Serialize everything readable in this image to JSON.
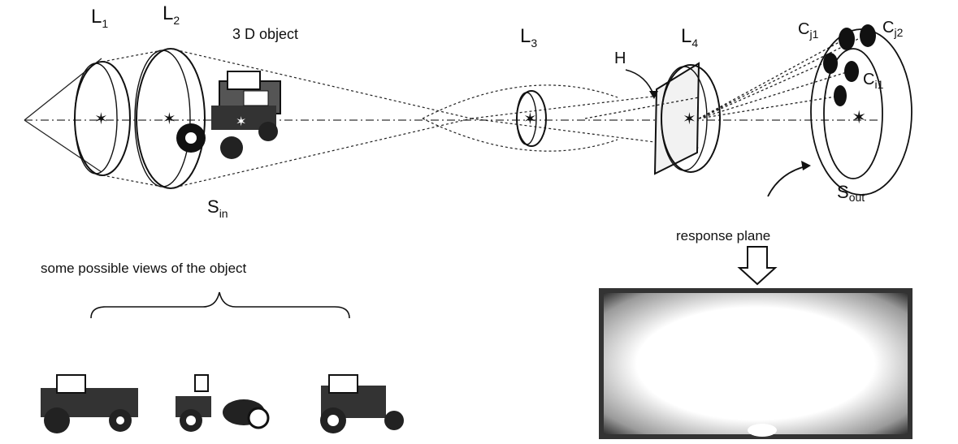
{
  "diagram": {
    "labels": {
      "lens1": "L",
      "lens1_sub": "1",
      "lens2": "L",
      "lens2_sub": "2",
      "object": "3 D object",
      "lens3": "L",
      "lens3_sub": "3",
      "lens4": "L",
      "lens4_sub": "4",
      "hologram": "H",
      "s_in": "S",
      "s_in_sub": "in",
      "s_out": "S",
      "s_out_sub": "out",
      "cj1": "C",
      "cj1_sub": "j1",
      "cj2": "C",
      "cj2_sub": "j2",
      "ci1": "C",
      "ci1_sub": "i1",
      "response_plane": "response  plane",
      "views_caption": "some  possible  views  of  the  object"
    }
  }
}
